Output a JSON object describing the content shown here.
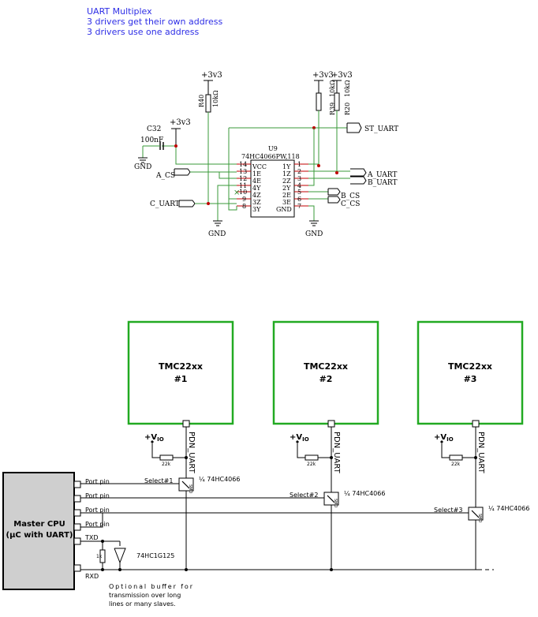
{
  "notes": {
    "line1": "UART Multiplex",
    "line2": "3 drivers get their own address",
    "line3": "3 drivers use one address"
  },
  "colors": {
    "wire": "#3a9a3a",
    "junction": "#c00000",
    "note_text": "#2e2ee6",
    "net_label": "#1a1ad6",
    "chip_border": "#22aa22",
    "cpu_fill": "#cfcfcf"
  },
  "schematic": {
    "power_r40": "+3v3",
    "power_c32": "+3v3",
    "power_r39": "+3v3",
    "power_r20": "+3v3",
    "r40_ref": "R40",
    "r40_val": "10kΩ",
    "r39_ref": "R39",
    "r39_val": "10kΩ",
    "r20_ref": "R20",
    "r20_val": "10kΩ",
    "c32_ref": "C32",
    "c32_val": "100nF",
    "gnd_c32": "GND",
    "gnd_left": "GND",
    "gnd_right": "GND",
    "u9_ref": "U9",
    "u9_part": "74HC4066PW,118",
    "a_cs": "A_CS",
    "c_uart": "C_UART",
    "st_uart": "ST_UART",
    "a_uart": "A_UART",
    "b_uart": "B_UART",
    "b_cs": "B_CS",
    "c_cs": "C_CS",
    "nc_mark": "×",
    "left_pins": [
      {
        "num": "14",
        "name": "VCC"
      },
      {
        "num": "13",
        "name": "1E"
      },
      {
        "num": "12",
        "name": "4E"
      },
      {
        "num": "11",
        "name": "4Y"
      },
      {
        "num": "10",
        "name": "4Z"
      },
      {
        "num": "9",
        "name": "3Z"
      },
      {
        "num": "8",
        "name": "3Y"
      }
    ],
    "right_pins": [
      {
        "num": "1",
        "name": "1Y"
      },
      {
        "num": "2",
        "name": "1Z"
      },
      {
        "num": "3",
        "name": "2Z"
      },
      {
        "num": "4",
        "name": "2Y"
      },
      {
        "num": "5",
        "name": "2E"
      },
      {
        "num": "6",
        "name": "3E"
      },
      {
        "num": "7",
        "name": "GND"
      }
    ]
  },
  "block": {
    "chips": [
      {
        "name": "TMC22xx",
        "num": "#1",
        "select": "Select#1",
        "part": "¼ 74HC4066",
        "pdn": "PDN_UART",
        "vio": "+V",
        "vio_sub": "IO",
        "res": "22k",
        "sw": "SMD"
      },
      {
        "name": "TMC22xx",
        "num": "#2",
        "select": "Select#2",
        "part": "¼ 74HC4066",
        "pdn": "PDN_UART",
        "vio": "+V",
        "vio_sub": "IO",
        "res": "22k",
        "sw": "SMD"
      },
      {
        "name": "TMC22xx",
        "num": "#3",
        "select": "Select#3",
        "part": "¼ 74HC4066",
        "pdn": "PDN_UART",
        "vio": "+V",
        "vio_sub": "IO",
        "res": "22k",
        "sw": "SMD"
      }
    ],
    "cpu_line1": "Master CPU",
    "cpu_line2": "(μC with UART)",
    "port_pins": [
      "Port pin",
      "Port pin",
      "Port pin",
      "Port pin"
    ],
    "txd": "TXD",
    "rxd": "RXD",
    "res_1k": "1k",
    "buffer_part": "74HC1G125",
    "buffer_note": [
      "Optional buffer for",
      "transmission over long",
      "lines or many slaves."
    ]
  }
}
